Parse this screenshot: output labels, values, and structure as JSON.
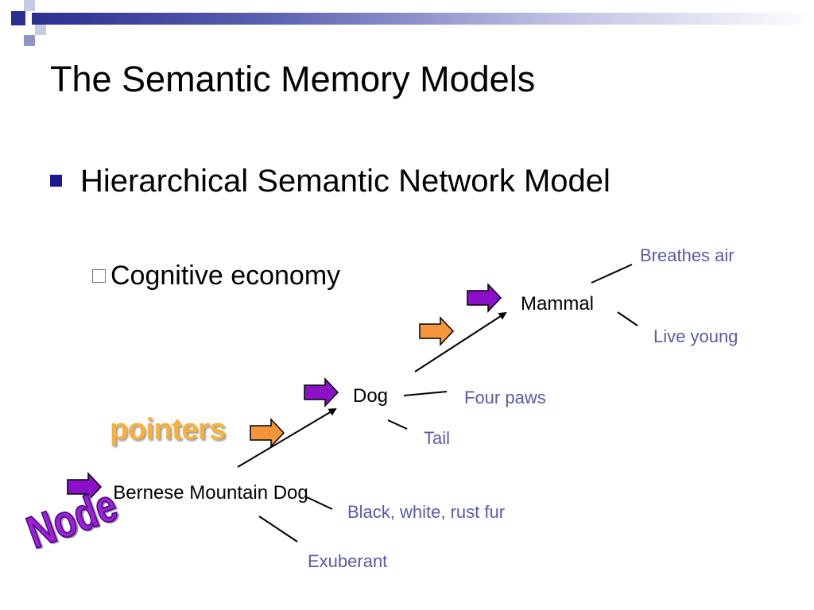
{
  "slide": {
    "title": "The Semantic Memory Models",
    "bullet_level1": "Hierarchical Semantic Network Model",
    "bullet_level2": "Cognitive economy"
  },
  "diagram": {
    "nodes": {
      "mammal": "Mammal",
      "dog": "Dog",
      "bernese": "Bernese Mountain Dog"
    },
    "properties": {
      "breathes_air": "Breathes air",
      "live_young": "Live young",
      "four_paws": "Four paws",
      "tail": "Tail",
      "fur": "Black, white, rust fur",
      "exuberant": "Exuberant"
    },
    "annotations": {
      "pointers": "pointers",
      "node": "Node"
    }
  },
  "colors": {
    "node_arrow": "#8b10c8",
    "pointer_arrow": "#f5963c",
    "property_text": "#5a5aa8",
    "title_text": "#000000",
    "bullet_square": "#1a1a8c"
  }
}
